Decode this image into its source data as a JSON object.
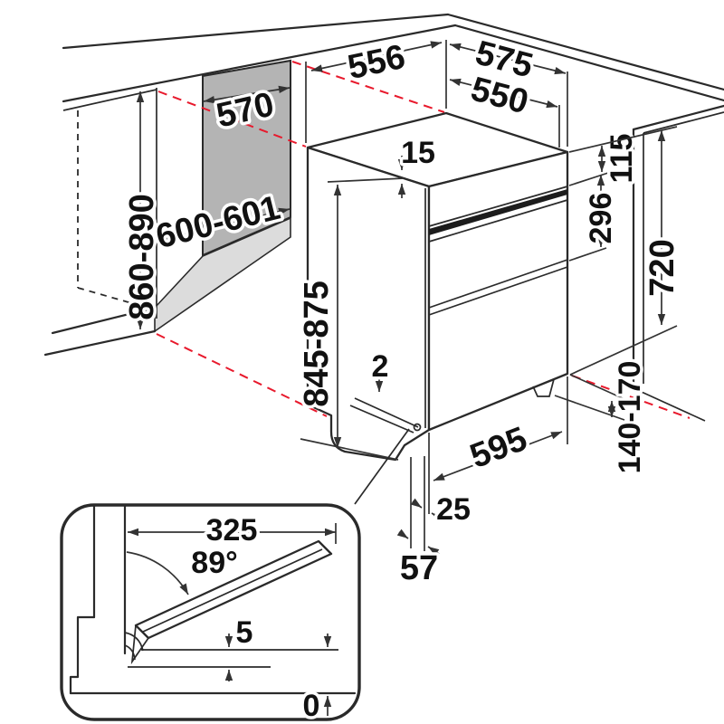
{
  "title": "Built-under double oven installation dimension drawing",
  "units": "mm",
  "colors": {
    "line": "#2a2a2a",
    "dimension_line": "#333333",
    "projection_red": "#e8192c",
    "niche_side_panel": "#b4b4b4",
    "niche_floor": "#dcdcdc",
    "text": "#111111",
    "background": "#ffffff"
  },
  "niche": {
    "front_depth": "556",
    "depth": "570",
    "width": "600-601",
    "height_range": "860-890"
  },
  "appliance": {
    "depth_with_door": "575",
    "body_depth": "550",
    "top_panel_gap": "15",
    "control_panel_height": "115",
    "upper_door_height": "296",
    "front_height": "720",
    "overall_height_range": "845-875",
    "width": "595",
    "plinth_step": "2",
    "feet_height_range": "140-170",
    "front_offset": "25",
    "plinth_recess": "57"
  },
  "detail_inset": {
    "open_door_projection": "325",
    "door_opening_angle": "89°",
    "door_floor_gap": "5",
    "floor_reference": "0"
  }
}
